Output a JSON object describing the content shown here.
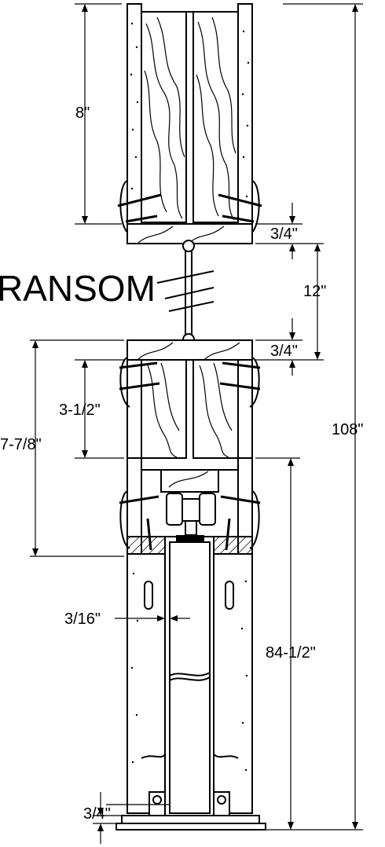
{
  "drawing": {
    "label_transom": "RANSOM",
    "dimensions": {
      "upper_jamb_height": "8\"",
      "upper_head_thickness": "3/4\"",
      "transom_gap": "12\"",
      "lower_head_thickness": "3/4\"",
      "header_depth": "3-1/2\"",
      "header_total": "7-7/8\"",
      "overall_height": "108\"",
      "reveal": "3/16\"",
      "door_height": "84-1/2\"",
      "floor_clearance": "3/4\""
    }
  }
}
